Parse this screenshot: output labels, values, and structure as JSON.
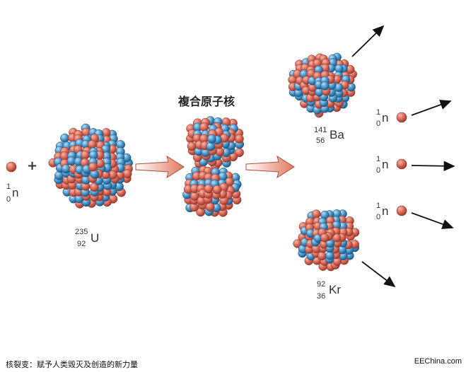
{
  "title": "複合原子核",
  "caption": "核裂变：赋予人类毁灭及创造的新力量",
  "brand": "EEChina.com",
  "plus": "+",
  "colors": {
    "proton": "#d9695a",
    "neutron": "#4a95c9",
    "arrow_fill": "#e98a72",
    "arrow_edge": "#9b4b3b"
  },
  "labels": {
    "neutron_in": {
      "mass": "1",
      "atomic": "0",
      "symbol": "n"
    },
    "uranium": {
      "mass": "235",
      "atomic": "92",
      "symbol": "U"
    },
    "barium": {
      "mass": "141",
      "atomic": "56",
      "symbol": "Ba"
    },
    "krypton": {
      "mass": "92",
      "atomic": "36",
      "symbol": "Kr"
    },
    "neutron_out": [
      {
        "mass": "1",
        "atomic": "0",
        "symbol": "n"
      },
      {
        "mass": "1",
        "atomic": "0",
        "symbol": "n"
      },
      {
        "mass": "1",
        "atomic": "0",
        "symbol": "n"
      }
    ]
  }
}
